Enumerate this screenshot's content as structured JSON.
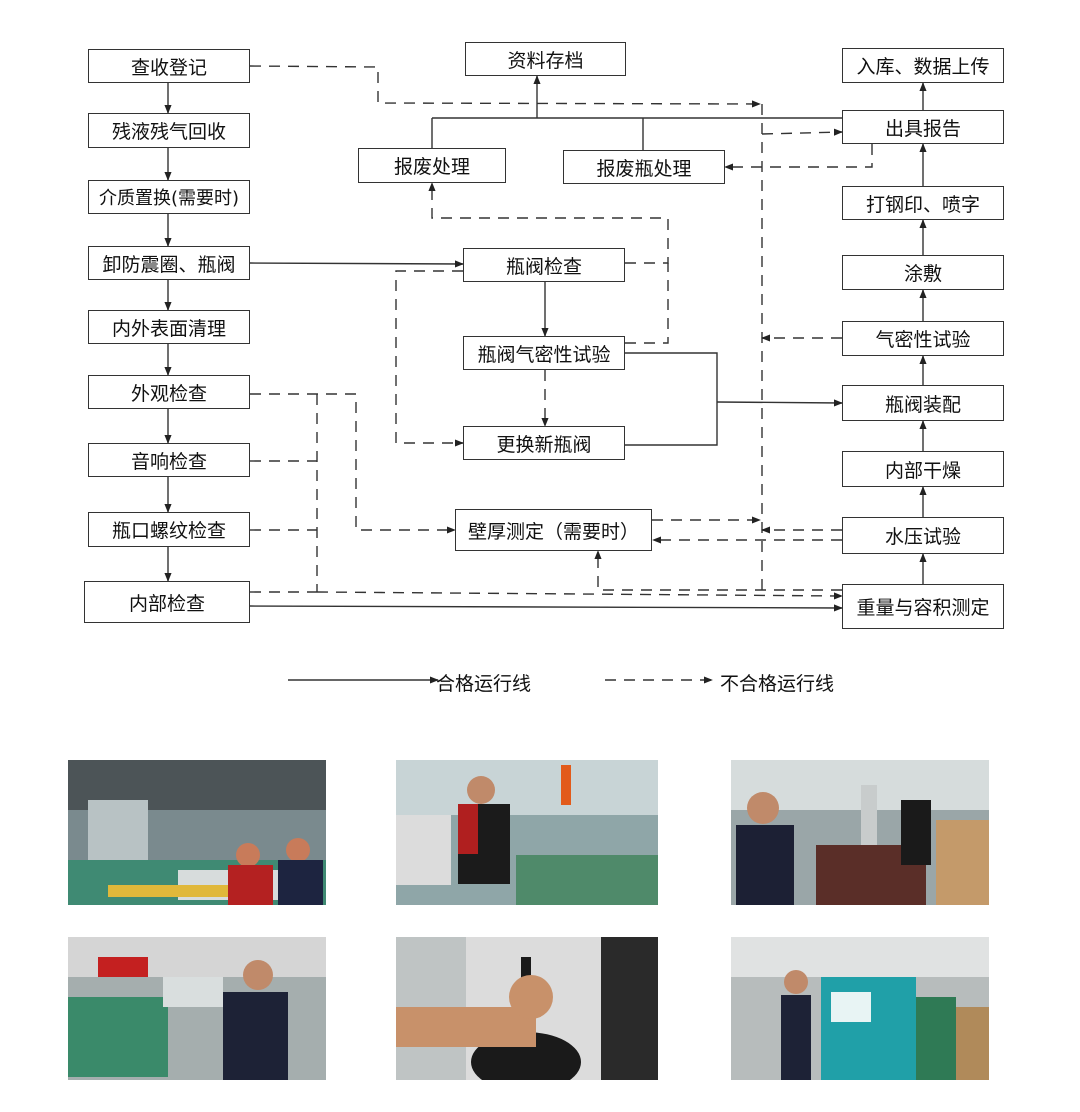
{
  "steps": {
    "check_in": "查收登记",
    "residue_recovery": "残液残气回收",
    "medium_replacement": "介质置换(需要时)",
    "remove_valve": "卸防震圈、瓶阀",
    "surface_clean": "内外表面清理",
    "visual_check": "外观检查",
    "sound_check": "音响检查",
    "thread_check": "瓶口螺纹检查",
    "internal_check": "内部检查",
    "archive": "资料存档",
    "scrap_handling": "报废处理",
    "scrap_cylinder": "报废瓶处理",
    "valve_check": "瓶阀检查",
    "valve_leak_test": "瓶阀气密性试验",
    "replace_valve": "更换新瓶阀",
    "wall_thickness": "壁厚测定（需要时）",
    "storage_upload": "入库、数据上传",
    "issue_report": "出具报告",
    "stamp_spray": "打钢印、喷字",
    "coating": "涂敷",
    "leak_test": "气密性试验",
    "valve_assembly": "瓶阀装配",
    "internal_dry": "内部干燥",
    "hydro_test": "水压试验",
    "weight_volume": "重量与容积测定"
  },
  "legend": {
    "pass_line": "合格运行线",
    "fail_line": "不合格运行线"
  },
  "photos": [
    {
      "subject": "workers inspecting cylinders on workbench"
    },
    {
      "subject": "worker at water tank hydro test"
    },
    {
      "subject": "worker hoisting cylinder"
    },
    {
      "subject": "worker at valve test bench"
    },
    {
      "subject": "hand holding cylinder valve"
    },
    {
      "subject": "worker at control console"
    }
  ],
  "colors": {
    "line": "#333333",
    "box_border": "#333333",
    "text": "#111111"
  }
}
